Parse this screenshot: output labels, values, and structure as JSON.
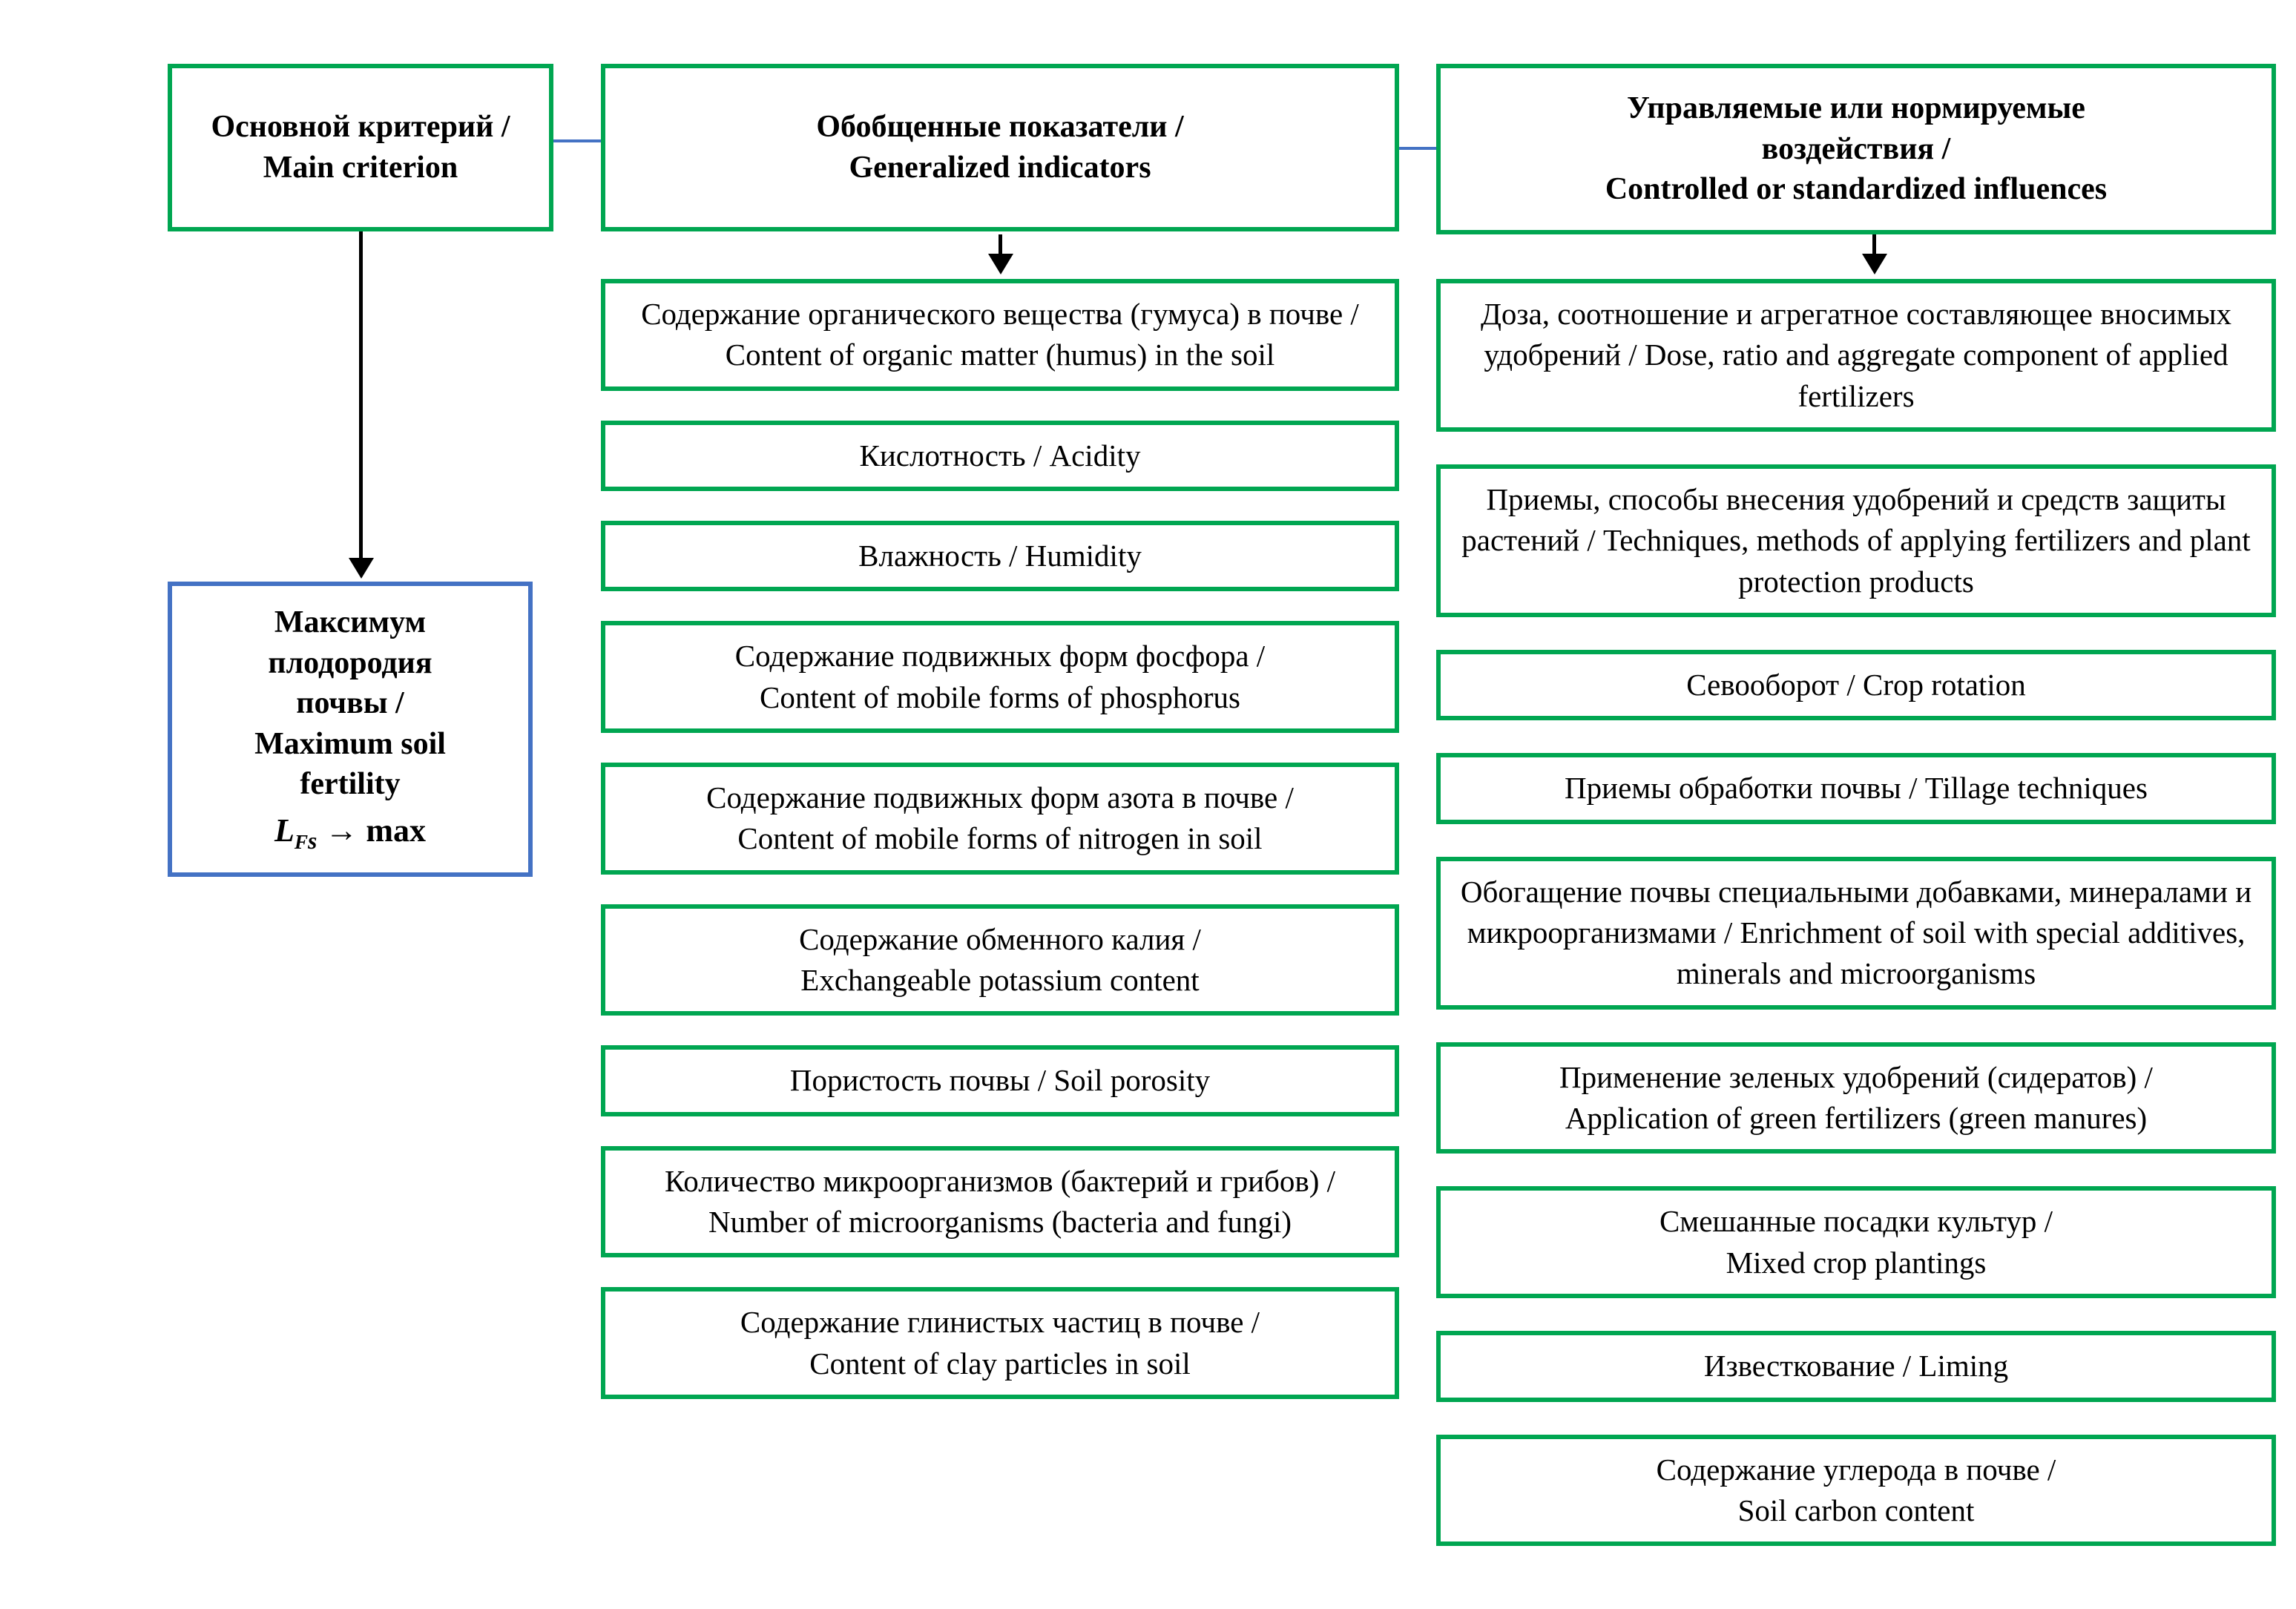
{
  "left": {
    "header": "Основной критерий /\nMain criterion",
    "goal": {
      "text": "Максимум\nплодородия\nпочвы /\nMaximum soil\nfertility",
      "formula": {
        "var": "L",
        "sub": "F",
        "subsub": "s",
        "rest": " → max"
      }
    }
  },
  "middle": {
    "header": "Обобщенные показатели /\nGeneralized indicators",
    "items": [
      "Содержание органического вещества (гумуса) в почве / Content of organic matter (humus) in the soil",
      "Кислотность / Acidity",
      "Влажность / Humidity",
      "Содержание подвижных форм фосфора /\nContent of mobile forms of phosphorus",
      "Содержание подвижных форм азота в почве /\nContent of mobile forms of nitrogen in soil",
      "Содержание обменного калия /\nExchangeable potassium content",
      "Пористость почвы / Soil porosity",
      "Количество микроорганизмов (бактерий и грибов) / Number of microorganisms (bacteria and fungi)",
      "Содержание глинистых частиц в почве /\nContent of clay particles in soil"
    ]
  },
  "right": {
    "header": "Управляемые или нормируемые\nвоздействия /\nControlled or standardized influences",
    "items": [
      "Доза, соотношение и агрегатное составляющее вносимых удобрений / Dose, ratio and aggregate component of applied fertilizers",
      "Приемы, способы внесения удобрений и средств защиты растений / Techniques, methods of applying fertilizers and plant protection products",
      "Севооборот / Crop rotation",
      "Приемы обработки почвы / Tillage techniques",
      "Обогащение почвы специальными добавками, минералами и микроорганизмами / Enrichment of soil with special additives, minerals and microorganisms",
      "Применение зеленых удобрений (сидератов) /\nApplication of green fertilizers (green manures)",
      "Смешанные посадки культур /\nMixed crop plantings",
      "Известкование / Liming",
      "Содержание углерода в почве /\nSoil carbon content"
    ]
  },
  "colors": {
    "box_border_green": "#00A651",
    "goal_border_blue": "#4472C4",
    "connector_blue": "#4472C4"
  }
}
